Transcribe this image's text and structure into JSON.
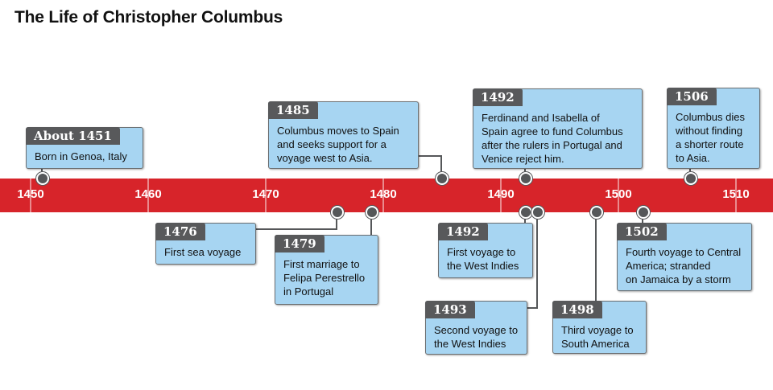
{
  "title": "The Life of Christopher Columbus",
  "colors": {
    "timeline_bar": "#d7242a",
    "card_fill": "#a7d5f2",
    "card_header": "#58595b",
    "marker": "#555759",
    "connector": "#555759"
  },
  "axis": {
    "start_year": 1450,
    "end_year": 1510,
    "ticks": [
      1450,
      1460,
      1470,
      1480,
      1490,
      1500,
      1510
    ]
  },
  "events": [
    {
      "id": "about-1451",
      "year": 1451,
      "year_label": "About 1451",
      "text": "Born in Genoa, Italy",
      "side": "above"
    },
    {
      "id": "1485",
      "year": 1485,
      "year_label": "1485",
      "text": "Columbus moves to Spain\nand seeks support for a\nvoyage west to Asia.",
      "side": "above"
    },
    {
      "id": "1492-funding",
      "year": 1492,
      "year_label": "1492",
      "text": "Ferdinand and Isabella of\nSpain agree to fund Columbus\nafter the rulers in Portugal and\nVenice reject him.",
      "side": "above"
    },
    {
      "id": "1506",
      "year": 1506,
      "year_label": "1506",
      "text": "Columbus dies\nwithout finding\na shorter route\nto Asia.",
      "side": "above"
    },
    {
      "id": "1476",
      "year": 1476,
      "year_label": "1476",
      "text": "First sea voyage",
      "side": "below"
    },
    {
      "id": "1479",
      "year": 1479,
      "year_label": "1479",
      "text": "First marriage to\nFelipa Perestrello\nin Portugal",
      "side": "below"
    },
    {
      "id": "1492-voyage",
      "year": 1492,
      "year_label": "1492",
      "text": "First voyage to\nthe West Indies",
      "side": "below"
    },
    {
      "id": "1493",
      "year": 1493,
      "year_label": "1493",
      "text": "Second voyage to\nthe West Indies",
      "side": "below"
    },
    {
      "id": "1498",
      "year": 1498,
      "year_label": "1498",
      "text": "Third voyage to\nSouth America",
      "side": "below"
    },
    {
      "id": "1502",
      "year": 1502,
      "year_label": "1502",
      "text": "Fourth voyage to Central\nAmerica; stranded\non Jamaica by a storm",
      "side": "below"
    }
  ]
}
